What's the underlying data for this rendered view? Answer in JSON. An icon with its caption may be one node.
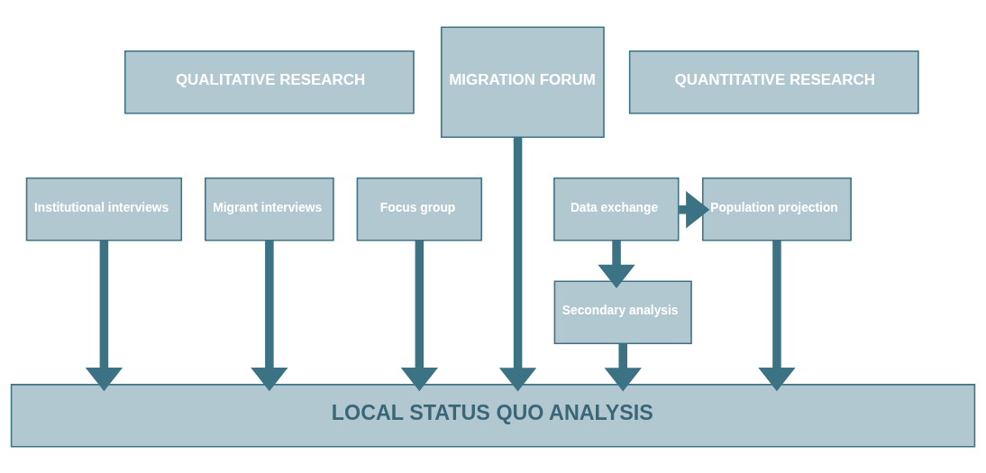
{
  "diagram": {
    "nodes": [
      {
        "text": [
          "QUALITATIVE RESEARCH"
        ]
      },
      {
        "text": [
          "MIGRATION FORUM"
        ]
      },
      {
        "text": [
          "QUANTITATIVE RESEARCH"
        ]
      },
      {
        "text": [
          "Institutional interviews"
        ]
      },
      {
        "text": [
          "Migrant interviews"
        ]
      },
      {
        "text": [
          "Focus group"
        ]
      },
      {
        "text": [
          "Data exchange"
        ]
      },
      {
        "text": [
          "Population projection"
        ]
      },
      {
        "text": [
          "Secondary analysis"
        ]
      },
      {
        "text": [
          "LOCAL STATUS QUO ANALYSIS"
        ]
      }
    ],
    "edges": [
      {
        "from": 3,
        "to": 9,
        "arrow": "to"
      },
      {
        "from": 4,
        "to": 9,
        "arrow": "to"
      },
      {
        "from": 5,
        "to": 9,
        "arrow": "to"
      },
      {
        "from": 1,
        "to": 9,
        "arrow": "to"
      },
      {
        "from": 6,
        "to": 7,
        "arrow": "to"
      },
      {
        "from": 6,
        "to": 8,
        "arrow": "to"
      },
      {
        "from": 8,
        "to": 9,
        "arrow": "to"
      },
      {
        "from": 7,
        "to": 9,
        "arrow": "to"
      }
    ]
  }
}
